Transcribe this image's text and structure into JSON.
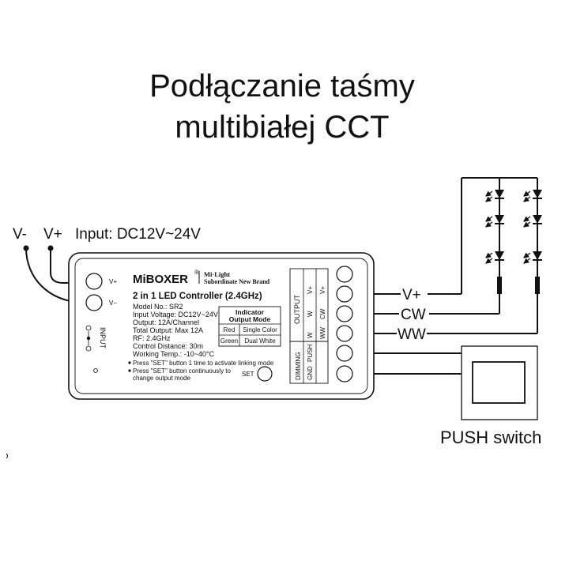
{
  "title": {
    "line1": "Podłączanie taśmy",
    "line2": "multibiałej CCT"
  },
  "input_labels": {
    "v_minus": "V-",
    "v_plus": "V+",
    "input_text": "Input: DC12V~24V"
  },
  "controller": {
    "brand": "MiBOXER",
    "registered": "®",
    "brand_line1": "Mi·Light",
    "brand_line2": "Subordinate New Brand",
    "product_title": "2 in 1 LED Controller (2.4GHz)",
    "specs": [
      "Model No.: SR2",
      "Input Voltage: DC12V~24V",
      "Output: 12A/Channel",
      "Total Output: Max 12A",
      "RF: 2.4GHz",
      "Control Distance: 30m",
      "Working Temp.: -10~40°C"
    ],
    "notes": [
      "Press \"SET\" button 1 time to activate linking mode",
      "Press \"SET\" button continuously to",
      "change output mode"
    ],
    "set_label": "SET",
    "input_terminal_plus": "V+",
    "input_terminal_minus": "V−",
    "input_section_label": "INPUT",
    "indicator": {
      "header1": "Indicator",
      "header2": "Output Mode",
      "rows": [
        {
          "color": "Red",
          "mode": "Single Color"
        },
        {
          "color": "Green",
          "mode": "Dual White"
        }
      ]
    },
    "output_section_label": "OUTPUT",
    "dimming_section_label": "DIMMING",
    "terminal_col1": [
      "V+",
      "W",
      "W",
      "PUSH",
      "GND"
    ],
    "terminal_col2": [
      "V+",
      "CW",
      "WW"
    ]
  },
  "wire_labels": {
    "v_plus": "V+",
    "cw": "CW",
    "ww": "WW"
  },
  "push_switch_label": "PUSH switch"
}
